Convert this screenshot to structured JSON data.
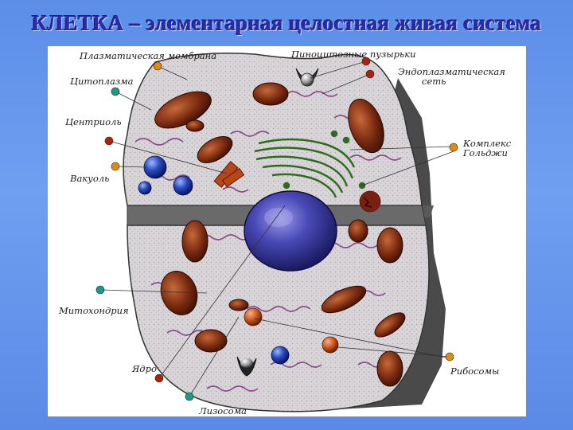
{
  "title": "КЛЕТКА – элементарная целостная живая система",
  "labels": {
    "plasma_membrane": "Плазматическая мембрана",
    "cytoplasm": "Цитоплазма",
    "centriole": "Центриоль",
    "vacuole": "Вакуоль",
    "mitochondria": "Митохондрия",
    "nucleus": "Ядро",
    "lysosome": "Лизосома",
    "pinocytic_vesicles": "Пиноцитозные пузырьки",
    "er_line1": "Эндоплазматическая",
    "er_line2": "сеть",
    "golgi_line1": "Комплекс",
    "golgi_line2": "Гольджи",
    "ribosomes": "Рибосомы"
  },
  "colors": {
    "background": "#5b8ee8",
    "title": "#2b2aa8",
    "cytoplasm": "#d9d6d8",
    "mitochondria": "#7a2a10",
    "nucleus": "#3a3aa8",
    "vacuole": "#1f3fae",
    "golgi": "#2f6b1f",
    "er": "#8a4a8a",
    "pin_orange": "#e08a10",
    "pin_teal": "#1a9a8a",
    "pin_red": "#b02010"
  }
}
